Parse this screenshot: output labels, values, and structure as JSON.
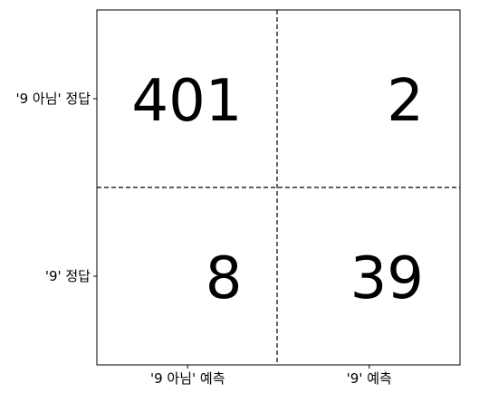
{
  "chart_data": {
    "type": "table",
    "title": "",
    "xlabel": "",
    "ylabel": "",
    "row_labels": [
      "'9 아님' 정답",
      "'9' 정답"
    ],
    "col_labels": [
      "'9 아님' 예측",
      "'9' 예측"
    ],
    "values": [
      [
        401,
        2
      ],
      [
        8,
        39
      ]
    ],
    "grid": true,
    "divider_style": "dashed"
  }
}
